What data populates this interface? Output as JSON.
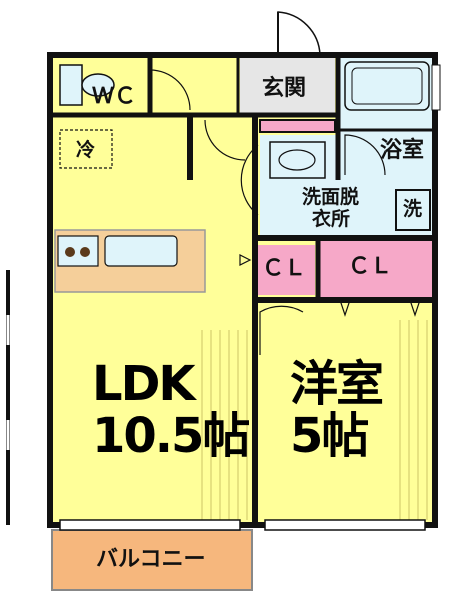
{
  "rooms": {
    "wc": "ＷＣ",
    "entrance": "玄関",
    "bath": "浴室",
    "fridge": "冷",
    "washroom_line1": "洗面脱",
    "washroom_line2": "衣所",
    "washer": "洗",
    "closet1": "ＣＬ",
    "closet2": "ＣＬ",
    "ldk_line1": "LDK",
    "ldk_line2": "10.5帖",
    "western_line1": "洋室",
    "western_line2": "5帖",
    "balcony": "バルコニー"
  },
  "colors": {
    "floor": "#ffff99",
    "wet_area": "#dff4fa",
    "closet": "#f6a8c8",
    "balcony": "#f6b77d",
    "entrance": "#e6e6e6",
    "kitchen_counter": "#f5cf9a",
    "wall": "#111111"
  }
}
